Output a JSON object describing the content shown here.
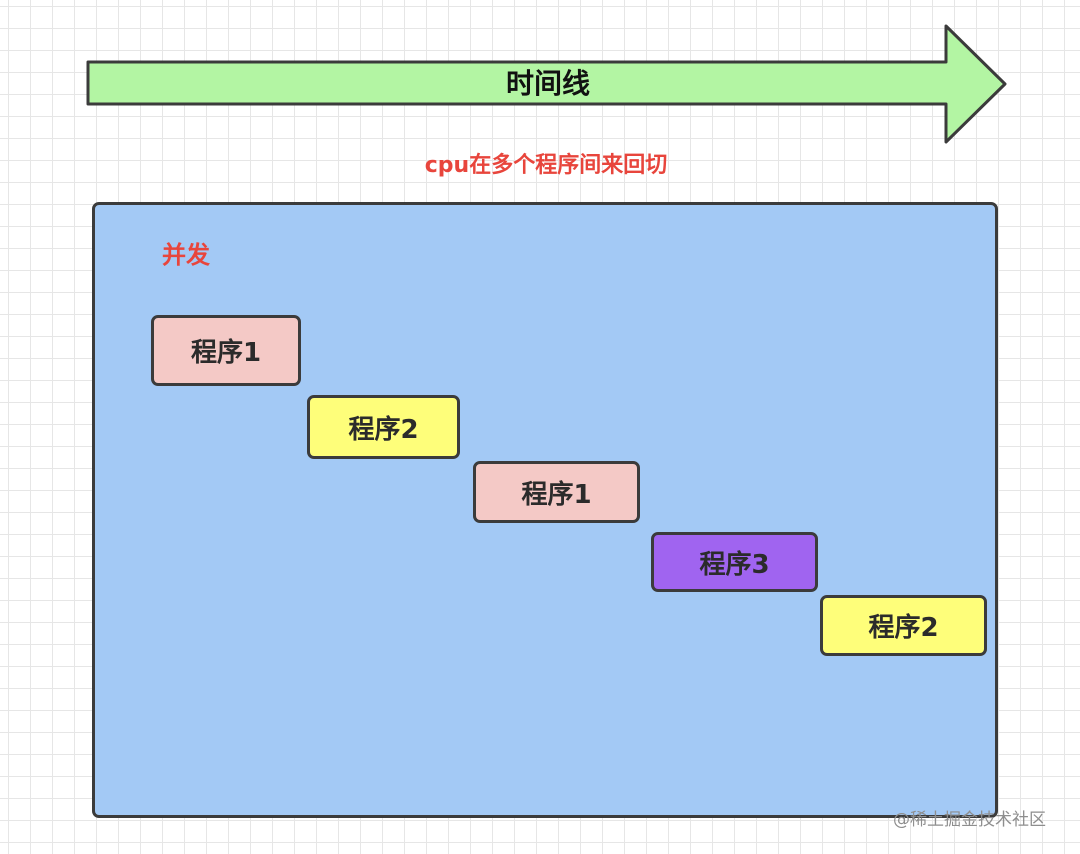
{
  "timeline": {
    "label": "时间线",
    "fill_color": "#b3f5a3",
    "stroke_color": "#3b3b3b"
  },
  "subtitle": {
    "text": "cpu在多个程序间来回切",
    "color": "#e8453c"
  },
  "panel": {
    "title": "并发",
    "title_color": "#e8453c",
    "fill_color": "#a3c9f5",
    "blocks": [
      {
        "label": "程序1",
        "color": "#f4c9c6"
      },
      {
        "label": "程序2",
        "color": "#fefe7a"
      },
      {
        "label": "程序1",
        "color": "#f4c9c6"
      },
      {
        "label": "程序3",
        "color": "#a064f0"
      },
      {
        "label": "程序2",
        "color": "#fefe7a"
      }
    ]
  },
  "watermark": {
    "text": "@稀土掘金技术社区"
  }
}
